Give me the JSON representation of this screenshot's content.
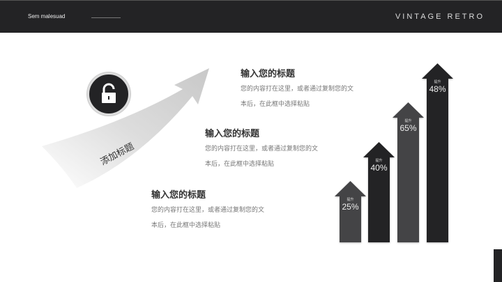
{
  "header": {
    "left_text": "Sem malesuad",
    "right_text": "VINTAGE RETRO"
  },
  "curve_label": "添加标题",
  "items": [
    {
      "title": "输入您的标题",
      "body_line1": "您的内容打在这里，或者通过复制您的文",
      "body_line2": "本后，在此框中选择粘贴"
    },
    {
      "title": "输入您的标题",
      "body_line1": "您的内容打在这里，或者通过复制您的文",
      "body_line2": "本后，在此框中选择粘贴"
    },
    {
      "title": "输入您的标题",
      "body_line1": "您的内容打在这里，或者通过复制您的文",
      "body_line2": "本后，在此框中选择粘贴"
    }
  ],
  "arrows": [
    {
      "label": "提升",
      "value": "25%",
      "color": "#444446"
    },
    {
      "label": "提升",
      "value": "40%",
      "color": "#232325"
    },
    {
      "label": "提升",
      "value": "65%",
      "color": "#444446"
    },
    {
      "label": "提升",
      "value": "48%",
      "color": "#232325"
    }
  ],
  "icons": {
    "lock": "lock-icon"
  }
}
